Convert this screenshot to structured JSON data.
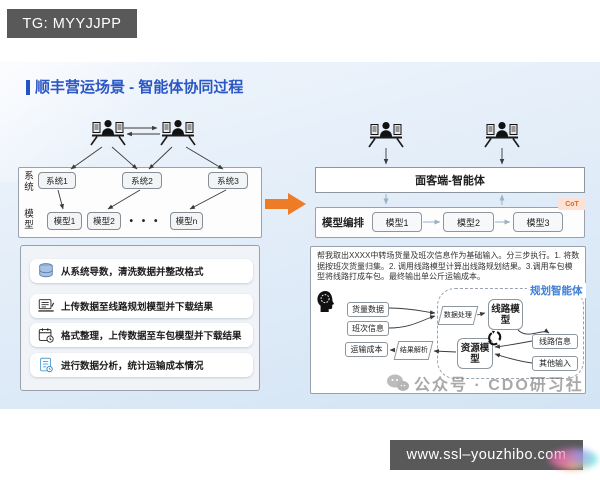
{
  "badges": {
    "tg": "TG: MYYJJPP",
    "url": "www.ssl–youzhibo.com"
  },
  "slide": {
    "title": "顺丰营运场景 - 智能体协同过程",
    "left_diagram": {
      "row_labels": {
        "systems": "系统",
        "models": "模型"
      },
      "systems": [
        "系统1",
        "系统2",
        "系统3"
      ],
      "models": [
        "模型1",
        "模型2",
        "模型n"
      ],
      "ellipsis": "• • •",
      "tasks": [
        {
          "icon": "database-icon",
          "text": "从系统导数，清洗数据并整改格式"
        },
        {
          "icon": "upload-data-icon",
          "text": "上传数据至线路规划模型并下载结果"
        },
        {
          "icon": "calendar-clock-icon",
          "text": "格式整理，上传数据至车包模型并下载结果"
        },
        {
          "icon": "data-analysis-icon",
          "text": "进行数据分析，统计运输成本情况"
        }
      ]
    },
    "right_diagram": {
      "client_box": "面客端-智能体",
      "orchestration": {
        "label": "模型编排",
        "models": [
          "模型1",
          "模型2",
          "模型3"
        ],
        "cot": "CoT"
      },
      "prompt": "帮我取出XXXX中转场货量及班次信息作为基础输入。分三步执行。1. 将数据按班次货量归集。2. 调用线路模型计算出线路规划结果。3.调用车包模型将线路打成车包。最终输出单公斤运输成本。",
      "agent_label": "规划智能体",
      "flow": {
        "cargo_data": "货量数据",
        "shift_info": "班次信息",
        "data_process": "数据处理",
        "route_model": "线路模型",
        "route_info": "线路信息",
        "other_input": "其他输入",
        "resource_model": "资源模型",
        "result_parse": "结果解析",
        "transport_cost": "运输成本"
      }
    },
    "watermark": "公众号 · CDO研习社"
  },
  "colors": {
    "accent_blue": "#2b57c5",
    "orange_arrow": "#ee7c26",
    "cot_text": "#d96b1e",
    "agent_blue": "#3f7fd6"
  }
}
